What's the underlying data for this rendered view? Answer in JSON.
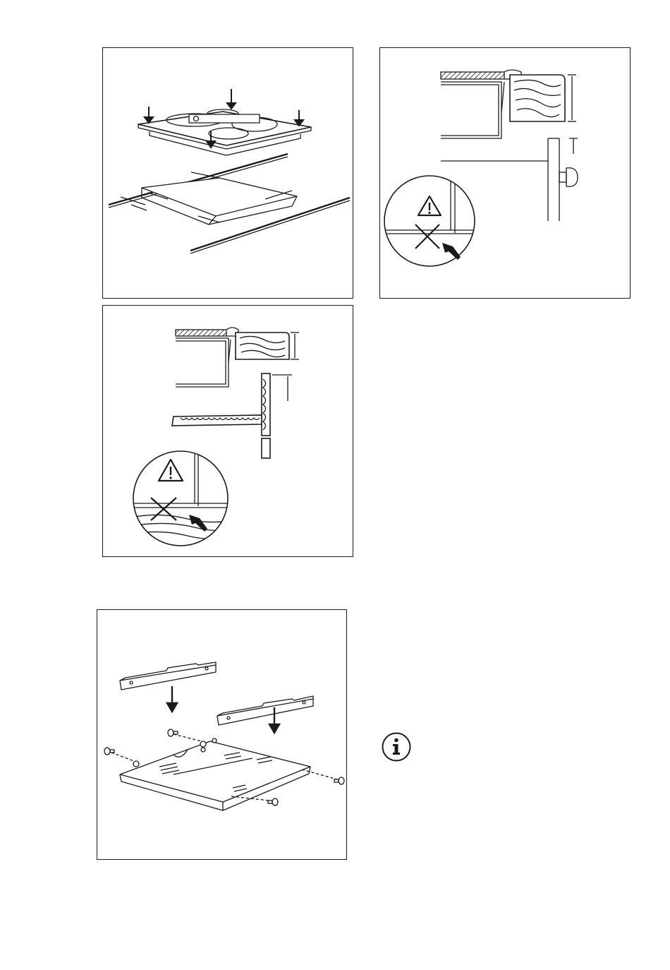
{
  "page": {
    "background": "#ffffff",
    "ink": "#1a1a1a"
  },
  "figures": [
    {
      "name": "hob-installation-figure",
      "icon": "hob-into-cutout-diagram"
    },
    {
      "name": "worktop-edge-oven-below-figure",
      "icon": "worktop-section-diagram"
    },
    {
      "name": "worktop-edge-shelf-below-figure",
      "icon": "worktop-section-diagram"
    },
    {
      "name": "protection-box-bracket-figure",
      "icon": "bracket-assembly-diagram"
    }
  ],
  "icons": {
    "warning": "warning-triangle-icon",
    "prohibited": "cross-icon",
    "info": "info-icon"
  }
}
